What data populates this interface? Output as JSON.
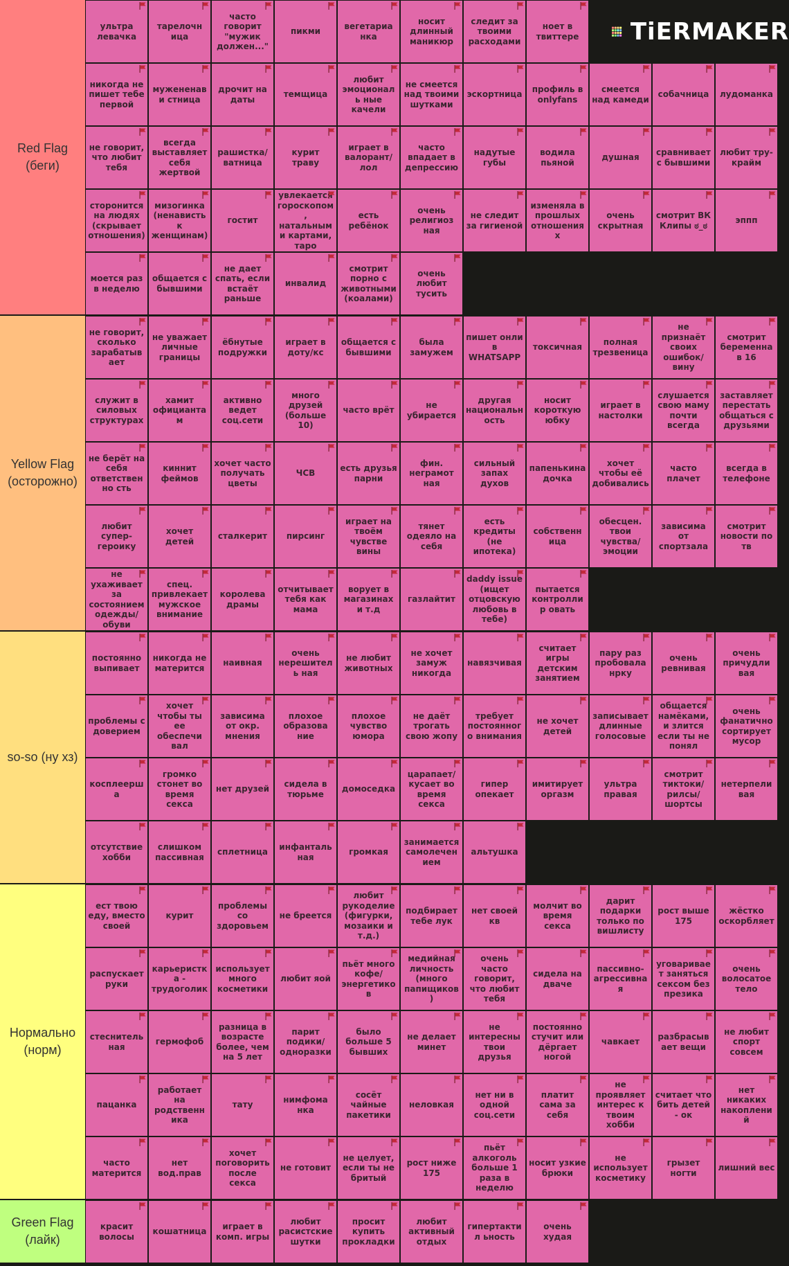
{
  "brand": {
    "name": "TiERMAKER",
    "grid_colors": [
      "#ff7f7f",
      "#ffbf7f",
      "#ffdf7f",
      "#ffff7f",
      "#bfff7f",
      "#7fff7f",
      "#7fffff",
      "#7fbfff",
      "#ff7f7f",
      "#ffbf7f",
      "#ffdf7f",
      "#ffff7f",
      "#bfff7f",
      "#7fff7f",
      "#7fbfff",
      "#ff7fff"
    ]
  },
  "tiers": [
    {
      "label": "Red Flag\n(беги)",
      "color": "#ff7f7f",
      "items": [
        "ультра левачка",
        "тарелочн ица",
        "часто говорит \"мужик должен...\"",
        "пикми",
        "вегетариа нка",
        "носит длинный маникюр",
        "следит за твоими расходами",
        "ноет в твиттере",
        "никогда не пишет тебе первой",
        "мужененави стница",
        "дрочит на даты",
        "темщица",
        "любит эмоциональ ные качели",
        "не смеется над твоими шутками",
        "эскортница",
        "профиль в onlyfans",
        "смеется над камеди",
        "собачница",
        "лудоманка",
        "не говорит, что любит тебя",
        "всегда выставляет себя жертвой",
        "рашистка/ ватница",
        "курит траву",
        "играет в валорант/ лол",
        "часто впадает в депрессию",
        "надутые губы",
        "водила пьяной",
        "душная",
        "сравнивает с бывшими",
        "любит тру-крайм",
        "сторонится на людях (скрывает отношения)",
        "мизогинка (ненависть к женщинам)",
        "гостит",
        "увлекается гороскопом, натальными картами, таро",
        "есть ребёнок",
        "очень религиоз ная",
        "не следит за гигиеной",
        "изменяла в прошлых отношениях",
        "очень скрытная",
        "смотрит ВК Клипы ಠ_ಠ",
        "эппп",
        "моется раз в неделю",
        "общается с бывшими",
        "не дает спать, если встаёт раньше",
        "инвалид",
        "смотрит порно с животными (коалами)",
        "очень любит тусить"
      ]
    },
    {
      "label": "Yellow Flag\n(осторожно)",
      "color": "#ffbf7f",
      "items": [
        "не говорит, сколько зарабатыв ает",
        "не уважает личные границы",
        "ёбнутые подружки",
        "играет в доту/кс",
        "общается с бывшими",
        "была замужем",
        "пишет онли в WHATSAPP",
        "токсичная",
        "полная трезвеница",
        "не признаёт своих ошибок/ вину",
        "смотрит беременна в 16",
        "служит в силовых структурах",
        "хамит официантам",
        "активно ведет соц.сети",
        "много друзей (больше 10)",
        "часто врёт",
        "не убирается",
        "другая национальн ость",
        "носит короткую юбку",
        "играет в настолки",
        "слушается свою маму почти всегда",
        "заставляет перестать общаться с друзьями",
        "не берёт на себя ответственно сть",
        "киннит феймов",
        "хочет часто получать цветы",
        "ЧСВ",
        "есть друзья парни",
        "фин. неграмот ная",
        "сильный запах духов",
        "папенькина дочка",
        "хочет чтобы её добивались",
        "часто плачет",
        "всегда в телефоне",
        "любит супер- героику",
        "хочет детей",
        "сталкерит",
        "пирсинг",
        "играет на твоём чувстве вины",
        "тянет одеяло на себя",
        "есть кредиты (не ипотека)",
        "собственн ица",
        "обесцен. твои чувства/ эмоции",
        "зависима от спортзала",
        "смотрит новости по тв",
        "не ухаживает за состоянием одежды/ обуви",
        "спец. привлекает мужское внимание",
        "королева драмы",
        "отчитывает тебя как мама",
        "ворует в магазинах и т.д",
        "газлайтит",
        "daddy issue (ищет отцовскую любовь в тебе)",
        "пытается контроллир овать"
      ]
    },
    {
      "label": "so-so (ну хз)",
      "color": "#ffdf7f",
      "items": [
        "постоянно выпивает",
        "никогда не матерится",
        "наивная",
        "очень нерешитель ная",
        "не любит животных",
        "не хочет замуж никогда",
        "навязчивая",
        "считает игры детским занятием",
        "пару раз пробовала нрку",
        "очень ревнивая",
        "очень причудли вая",
        "проблемы с доверием",
        "хочет чтобы ты ее обеспечи вал",
        "зависима от окр. мнения",
        "плохое образова ние",
        "плохое чувство юмора",
        "не даёт трогать свою жопу",
        "требует постоянного внимания",
        "не хочет детей",
        "записывает длинные голосовые",
        "общается намёками, и злится если ты не понял",
        "очень фанатично сортирует мусор",
        "косплеерша",
        "громко стонет во время секса",
        "нет друзей",
        "сидела в тюрьме",
        "домоседка",
        "царапает/ кусает во время секса",
        "гипер опекает",
        "имитирует оргазм",
        "ультра правая",
        "смотрит тиктоки/ рилсы/ шортсы",
        "нетерпели вая",
        "отсутствие хобби",
        "слишком пассивная",
        "сплетница",
        "инфанталь ная",
        "громкая",
        "занимается самолечен ием",
        "альтушка"
      ]
    },
    {
      "label": "Нормально\n(норм)",
      "color": "#ffff7f",
      "items": [
        "ест твою еду, вместо своей",
        "курит",
        "проблемы со здоровьем",
        "не бреется",
        "любит рукоделие (фигурки, мозаики и т.д.)",
        "подбирает тебе лук",
        "нет своей кв",
        "молчит во время секса",
        "дарит подарки только по вишлисту",
        "рост выше 175",
        "жёстко оскорбляет",
        "распускает руки",
        "карьеристка - трудоголик",
        "использует много косметики",
        "любит яой",
        "пьёт много кофе/ энергетиков",
        "медийная личность (много папищиков)",
        "очень часто говорит, что любит тебя",
        "сидела на дваче",
        "пассивно- агрессивная",
        "уговаривает заняться сексом без презика",
        "очень волосатое тело",
        "стеснитель ная",
        "гермофоб",
        "разница в возрасте более, чем на 5 лет",
        "парит подики/ одноразки",
        "было больше 5 бывших",
        "не делает минет",
        "не интересны твои друзья",
        "постоянно стучит или дёргает ногой",
        "чавкает",
        "разбрасыв ает вещи",
        "не любит спорт совсем",
        "пацанка",
        "работает на родственн ика",
        "тату",
        "нимфома нка",
        "сосёт чайные пакетики",
        "неловкая",
        "нет ни в одной соц.сети",
        "платит сама за себя",
        "не проявляет интерес к твоим хобби",
        "считает что бить детей - ок",
        "нет никаких накоплений",
        "часто матерится",
        "нет вод.прав",
        "хочет поговорить после секса",
        "не готовит",
        "не целует, если ты не бритый",
        "рост ниже 175",
        "пьёт алкоголь больше 1 раза в неделю",
        "носит узкие брюки",
        "не использует косметику",
        "грызет ногти",
        "лишний вес"
      ]
    },
    {
      "label": "Green Flag\n(лайк)",
      "color": "#bfff7f",
      "items": [
        "красит волосы",
        "кошатница",
        "играет в комп. игры",
        "любит расистские шутки",
        "просит купить прокладки",
        "любит активный отдых",
        "гипертактил ьность",
        "очень худая"
      ]
    }
  ]
}
